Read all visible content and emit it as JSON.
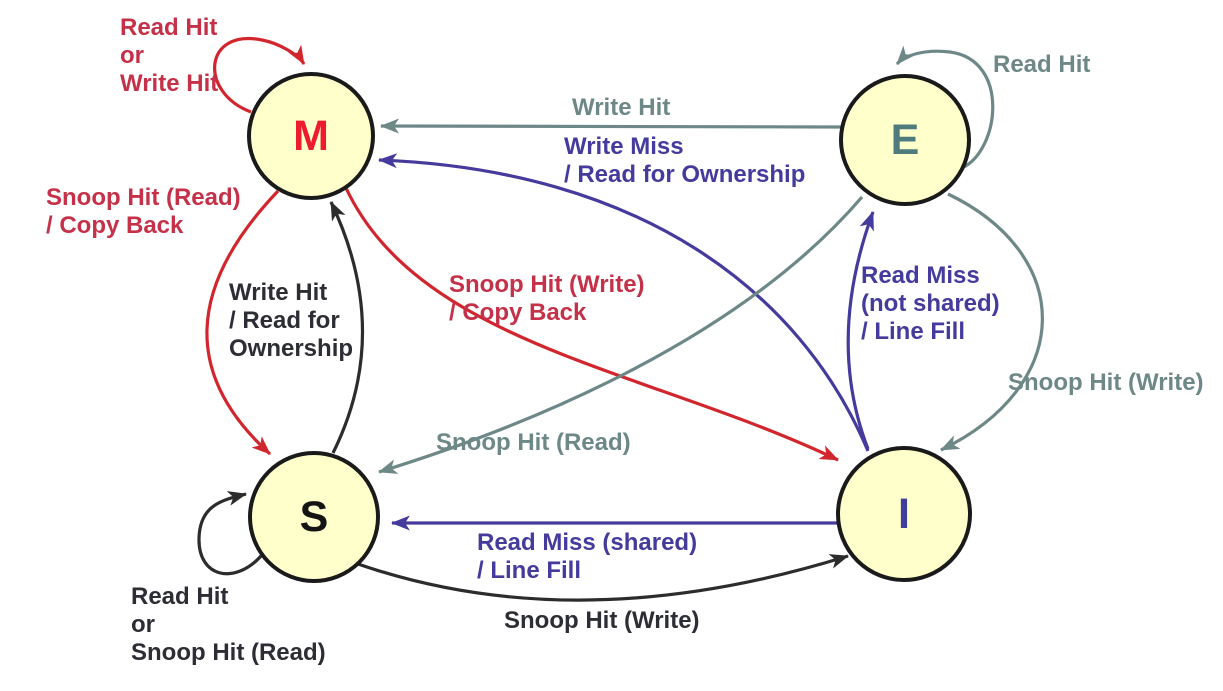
{
  "diagram_type": "state-machine",
  "states": {
    "m": {
      "letter": "M"
    },
    "e": {
      "letter": "E"
    },
    "s": {
      "letter": "S"
    },
    "i": {
      "letter": "I"
    }
  },
  "transitions": {
    "mm": {
      "from": "M",
      "to": "M",
      "color": "red",
      "label": "Read Hit\nor\nWrite Hit"
    },
    "ee": {
      "from": "E",
      "to": "E",
      "color": "gray",
      "label": "Read Hit"
    },
    "em": {
      "from": "E",
      "to": "M",
      "color": "gray",
      "label": "Write Hit"
    },
    "im": {
      "from": "I",
      "to": "M",
      "color": "purple",
      "label": "Write Miss\n/ Read for Ownership"
    },
    "ms": {
      "from": "M",
      "to": "S",
      "color": "red",
      "label": "Snoop Hit (Read)\n/ Copy Back"
    },
    "sm": {
      "from": "S",
      "to": "M",
      "color": "black",
      "label": "Write Hit\n/ Read for\nOwnership"
    },
    "mi": {
      "from": "M",
      "to": "I",
      "color": "red",
      "label": "Snoop Hit (Write)\n/ Copy Back"
    },
    "es": {
      "from": "E",
      "to": "S",
      "color": "gray",
      "label": "Snoop Hit (Read)"
    },
    "ie": {
      "from": "I",
      "to": "E",
      "color": "purple",
      "label": "Read Miss\n(not shared)\n/ Line Fill"
    },
    "ei": {
      "from": "E",
      "to": "I",
      "color": "gray",
      "label": "Snoop Hit (Write)"
    },
    "is": {
      "from": "I",
      "to": "S",
      "color": "purple",
      "label": "Read Miss (shared)\n/ Line Fill"
    },
    "si": {
      "from": "S",
      "to": "I",
      "color": "black",
      "label": "Snoop Hit (Write)"
    },
    "ss": {
      "from": "S",
      "to": "S",
      "color": "black",
      "label": "Read Hit\nor\nSnoop Hit (Read)"
    }
  },
  "colors": {
    "node_fill": "#FFFFCC",
    "node_border": "#1A1A1A",
    "red_label": "#C43148",
    "red_arrow": "#D2262E",
    "gray": "#6D8887",
    "purple": "#453B9D",
    "ink": "#2D2D35",
    "ink_arrow": "#2C2C2C",
    "letter_m": "#ED1B2E",
    "letter_e": "#4F7B7F",
    "letter_s": "#141414",
    "letter_i": "#3F3E9E"
  }
}
